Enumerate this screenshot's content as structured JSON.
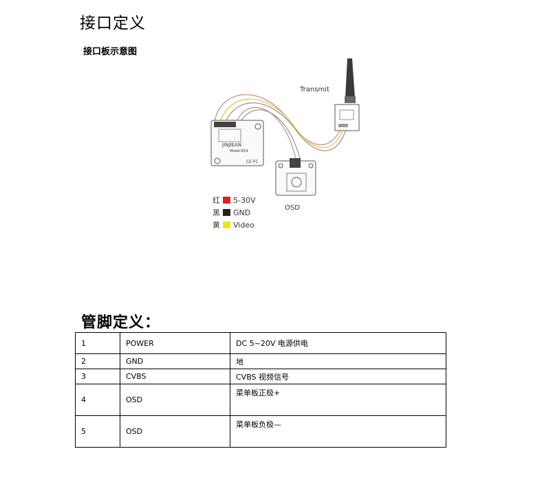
{
  "heading": "接口定义",
  "subheading": "接口板示意图",
  "diagram": {
    "transmit_label": "Transmit",
    "osd_label": "OSD",
    "brand": "JINJIEAN",
    "model": "Model:B19",
    "cert": "CE FC",
    "legend": [
      {
        "cn": "红",
        "color": "#e02020",
        "en": "5-30V"
      },
      {
        "cn": "黑",
        "color": "#222222",
        "en": "GND"
      },
      {
        "cn": "黄",
        "color": "#f2e21a",
        "en": "Video"
      }
    ]
  },
  "pins_heading": "管脚定义：",
  "pins": [
    {
      "no": "1",
      "name": "POWER",
      "desc": "DC 5~20V  电源供电"
    },
    {
      "no": "2",
      "name": "GND",
      "desc": "地"
    },
    {
      "no": "3",
      "name": "CVBS",
      "desc": "CVBS 视频信号"
    },
    {
      "no": "4",
      "name": "OSD",
      "desc": "菜单板正极+"
    },
    {
      "no": "5",
      "name": "OSD",
      "desc": "菜单板负极—"
    }
  ]
}
